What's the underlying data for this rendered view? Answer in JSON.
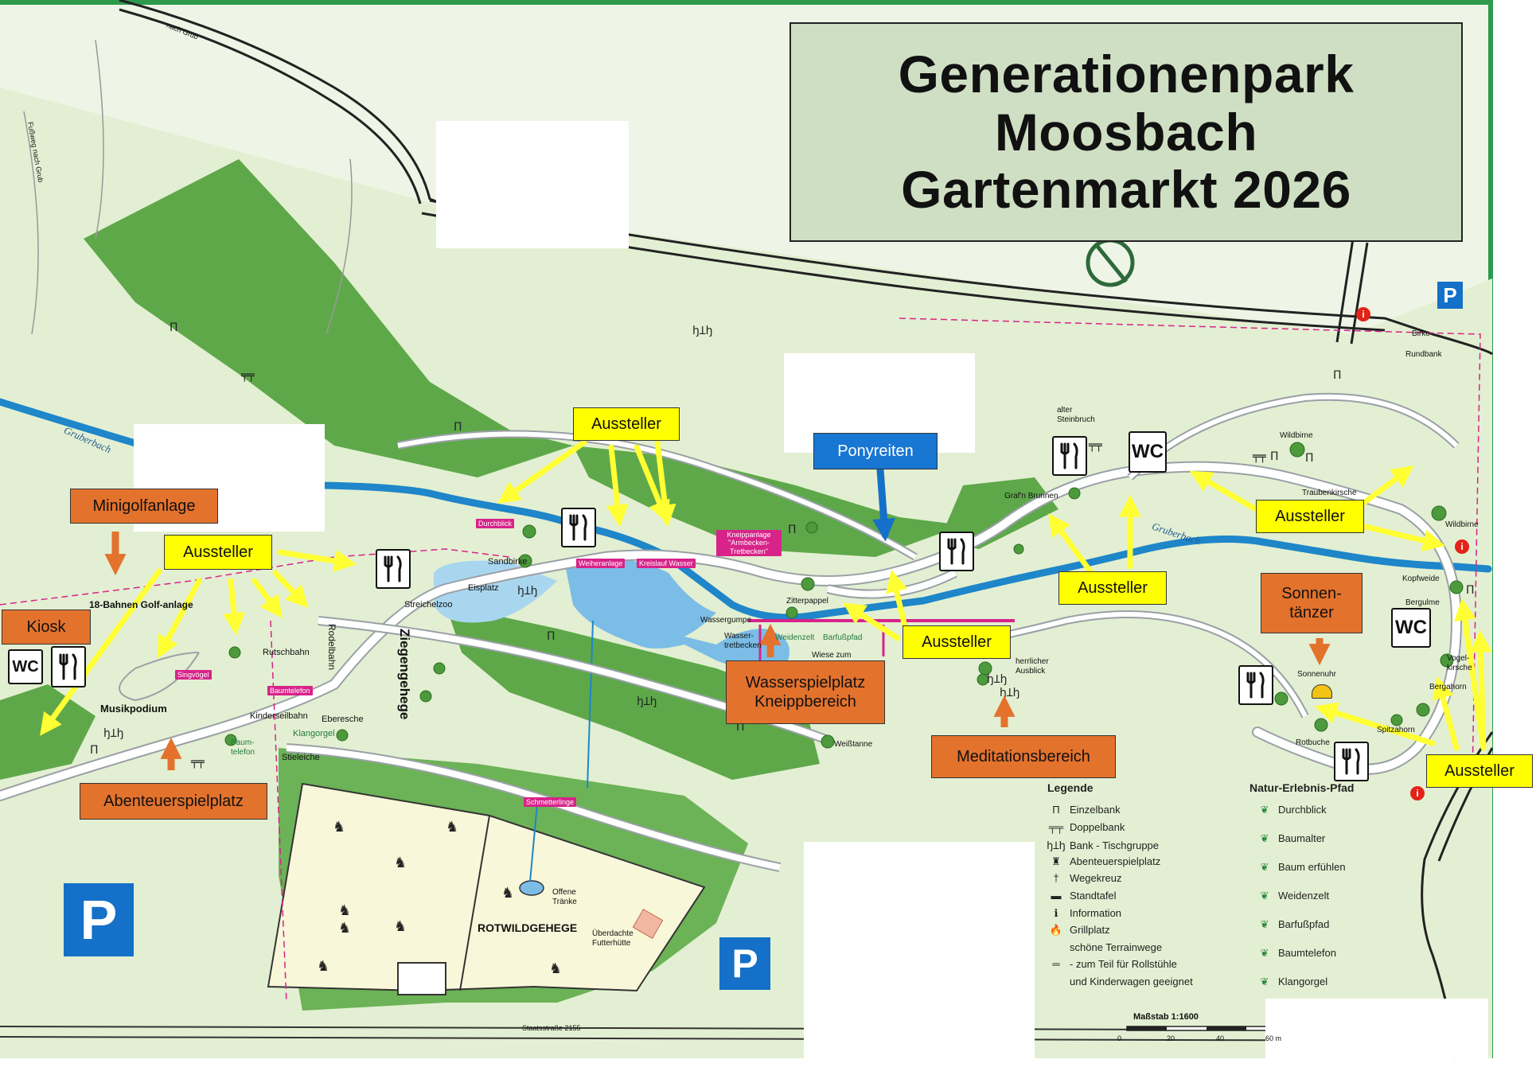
{
  "title": {
    "line1": "Generationenpark",
    "line2": "Moosbach",
    "line3": "Gartenmarkt 2026"
  },
  "callouts": {
    "aussteller": "Aussteller",
    "ponyreiten": "Ponyreiten",
    "minigolf": "Minigolfanlage",
    "kiosk": "Kiosk",
    "wasserspielplatz_line1": "Wasserspielplatz",
    "wasserspielplatz_line2": "Kneippbereich",
    "meditation": "Meditationsbereich",
    "abenteuer": "Abenteuerspielplatz",
    "sonnen_line1": "Sonnen-",
    "sonnen_line2": "tänzer"
  },
  "map_labels": {
    "nach_grub": "nach Grub",
    "fussweg_grub": "Fußweg nach Grub",
    "gruberbach": "Gruberbach",
    "golf": "18-Bahnen Golf-anlage",
    "musikpodium": "Musikpodium",
    "rutschbahn": "Rutschbahn",
    "rodelbahn": "Rodelbahn",
    "kinderseilbahn": "Kinderseilbahn",
    "eberesche": "Eberesche",
    "klangorgel": "Klangorgel",
    "baumtelefon_l": "Baum-telefon",
    "stieleiche": "Stieleiche",
    "streichelzoo": "Streichelzoo",
    "ziegengehege": "Ziegengehege",
    "eisplatz": "Eisplatz",
    "sandbirke": "Sandbirke",
    "rotwildgehege": "ROTWILDGEHEGE",
    "offene_traenke": "Offene Tränke",
    "futterhuette": "Überdachte Futterhütte",
    "zitterpappel": "Zitterpappel",
    "wassergumpe": "Wassergumpe",
    "wassertretbecken": "Wasser-tretbecken",
    "weidenzelt": "Weidenzelt",
    "barfusspfad_l": "Barfußpfad",
    "wiese_zum": "Wiese zum",
    "weisstanne": "Weißtanne",
    "herrlicher_ausblick": "herrlicher Ausblick",
    "alter_steinbruch": "alter Steinbruch",
    "grafn_brunnen": "Graf'n Brunnen",
    "wildbirne": "Wildbirne",
    "traubenkirsche": "Traubenkirsche",
    "wildbirne2": "Wildbirne",
    "kopfweide": "Kopfweide",
    "bergulme": "Bergulme",
    "sonnenuhr": "Sonnenuhr",
    "bergahorn": "Bergahorn",
    "spitzahorn": "Spitzahorn",
    "rotbuche": "Rotbuche",
    "birke": "Birke",
    "rundbank": "Rundbank",
    "staatsstrasse": "Staatsstraße 2155",
    "vogelkirsche": "Vogel-kirsche"
  },
  "pink_tags": {
    "durchblick": "Durchblick",
    "weiheranlage": "Weiheranlage",
    "kreislauf": "Kreislauf Wasser",
    "kneipp": "Kneippanlage \"Armbecken-Tretbecken\"",
    "singvoegel": "Singvögel",
    "baumtelefon": "Baumtelefon",
    "schmetterlinge": "Schmetterlinge"
  },
  "legend": {
    "title": "Legende",
    "items": [
      {
        "sym": "Π",
        "label": "Einzelbank"
      },
      {
        "sym": "╤╤",
        "label": "Doppelbank"
      },
      {
        "sym": "ꜧꞱꜧ",
        "label": "Bank - Tischgruppe"
      },
      {
        "sym": "♜",
        "label": "Abenteuerspielplatz"
      },
      {
        "sym": "†",
        "label": "Wegekreuz"
      },
      {
        "sym": "▬",
        "label": "Standtafel"
      },
      {
        "sym": "ℹ",
        "label": "Information"
      },
      {
        "sym": "🔥",
        "label": "Grillplatz"
      },
      {
        "sym": "",
        "label": "schöne Terrainwege"
      },
      {
        "sym": "═",
        "label": "- zum Teil für Rollstühle"
      },
      {
        "sym": "",
        "label": "und Kinderwagen geeignet"
      }
    ]
  },
  "nature_trail": {
    "title": "Natur-Erlebnis-Pfad",
    "items": [
      "Durchblick",
      "Baumalter",
      "Baum erfühlen",
      "Weidenzelt",
      "Barfußpfad",
      "Baumtelefon",
      "Klangorgel"
    ]
  },
  "scale": {
    "label": "Maßstab 1:1600",
    "ticks": [
      "0",
      "20",
      "40",
      "60 m"
    ]
  },
  "colors": {
    "forest": "#5ea84a",
    "meadow": "#e6f0d4",
    "path": "#ffffff",
    "water": "#1e86c9",
    "pond": "#8ec9ea",
    "enclosure": "#f9f7d9",
    "callout_yellow": "#ffff00",
    "callout_orange": "#e3722d",
    "callout_blue": "#1877d2",
    "title_bg": "#cfdfc3",
    "arrow_yellow": "#ffff33",
    "arrow_orange": "#e3722d",
    "arrow_blue": "#1470c8"
  },
  "icons": {
    "restaurant": "fork-knife-icon",
    "wc": "WC",
    "parking": "P",
    "info": "i"
  }
}
